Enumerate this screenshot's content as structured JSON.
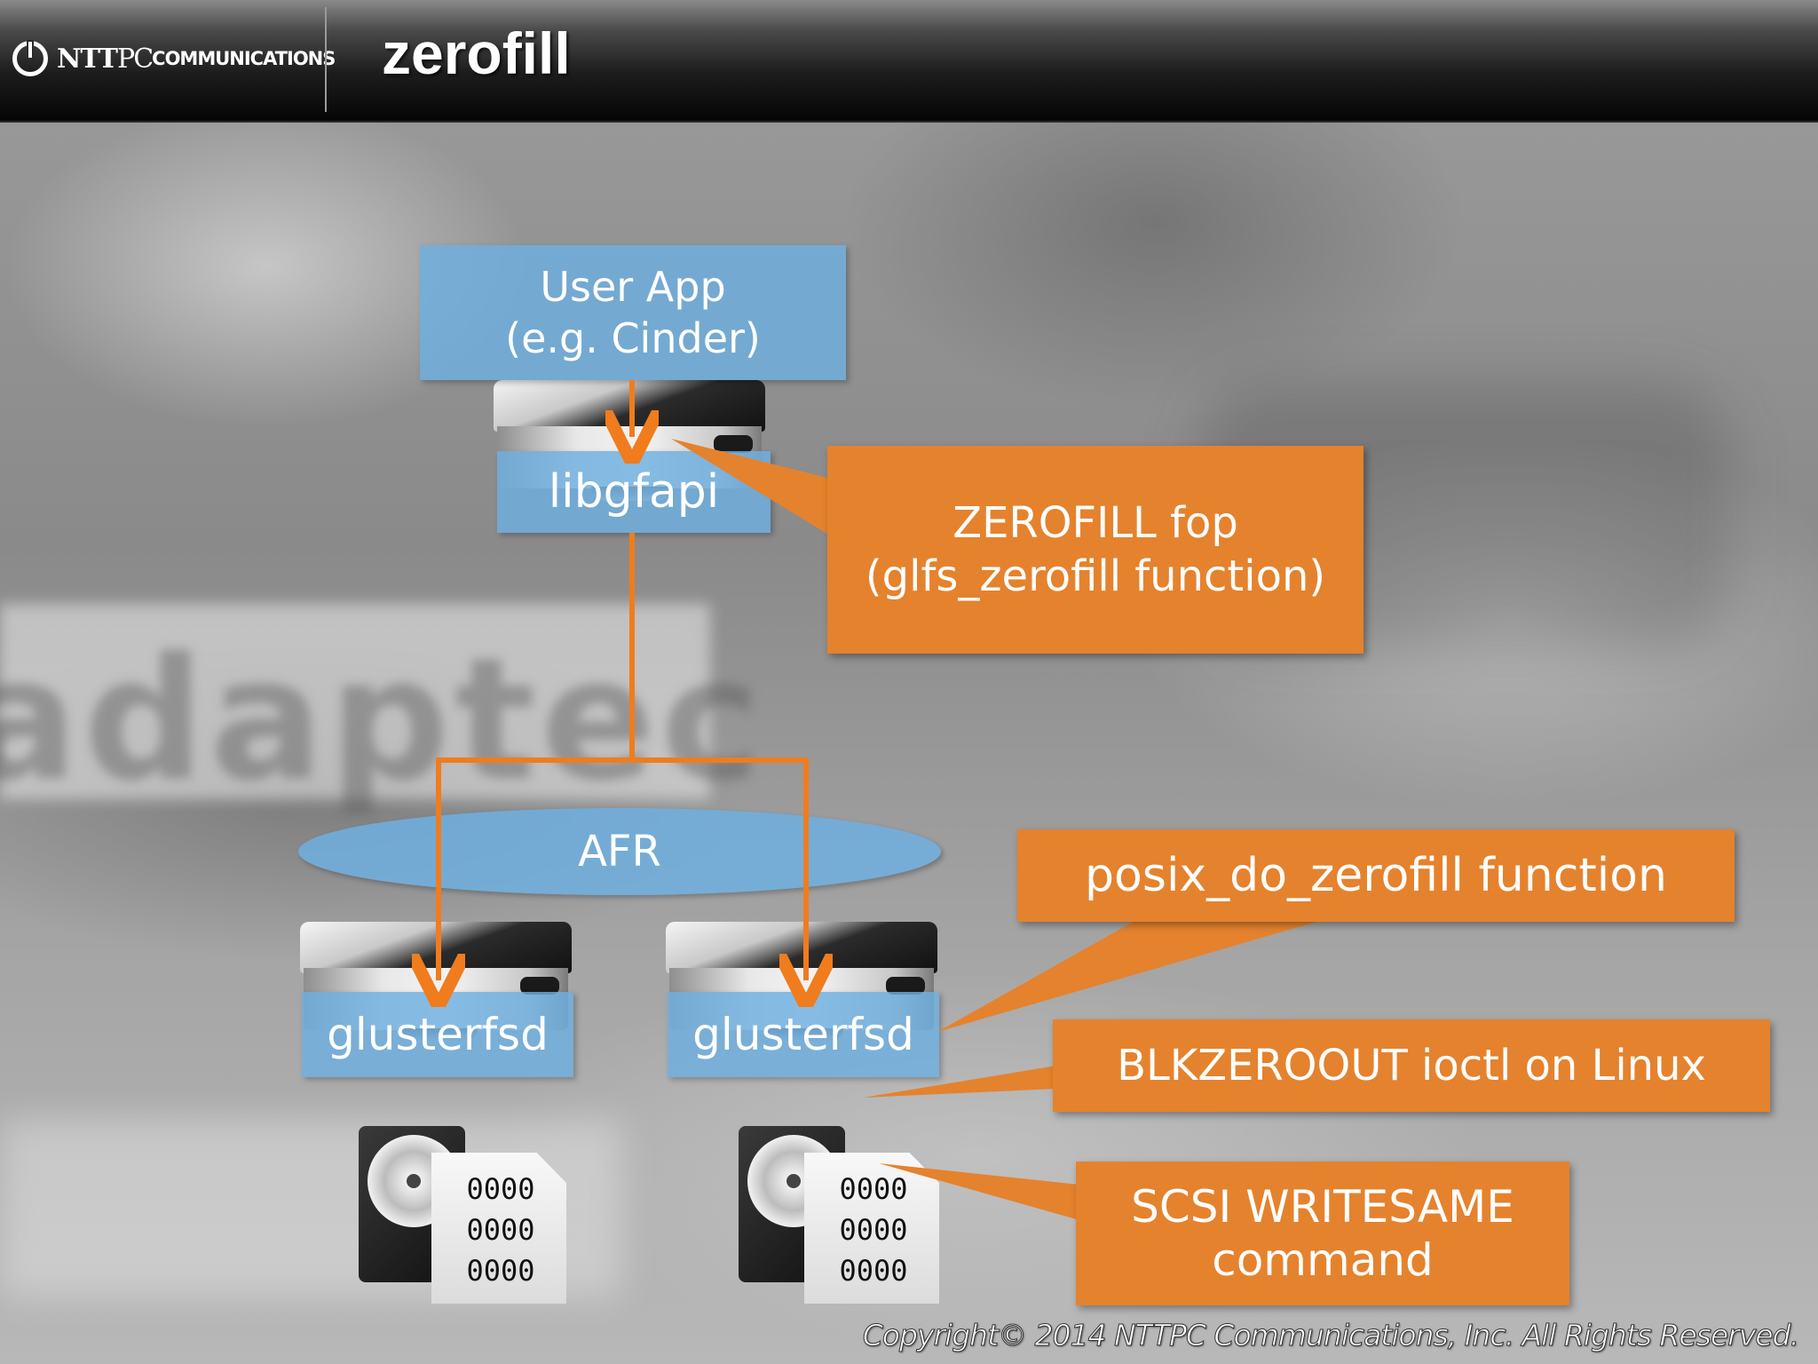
{
  "header": {
    "logo_ntt": "NTT",
    "logo_pc": "PC",
    "logo_comm": "COMMUNICATIONS",
    "title": "zerofill"
  },
  "diagram": {
    "user_app": {
      "line1": "User App",
      "line2": "(e.g. Cinder)"
    },
    "libgfapi": "libgfapi",
    "afr": "AFR",
    "glusterfsd_left": "glusterfsd",
    "glusterfsd_right": "glusterfsd",
    "callouts": {
      "zerofill_fop": {
        "line1": "ZEROFILL fop",
        "line2": "(glfs_zerofill function)"
      },
      "posix": "posix_do_zerofill function",
      "blkzeroout": "BLKZEROOUT ioctl on Linux",
      "scsi": {
        "line1": "SCSI WRITESAME",
        "line2": "command"
      }
    },
    "zero_block": {
      "row1": "0000",
      "row2": "0000",
      "row3": "0000"
    },
    "colors": {
      "blue_box": "#6eafe1",
      "orange_callout": "#e5822d",
      "arrow": "#f07c1e"
    },
    "icons": [
      "nuc-device-icon",
      "hard-disk-icon",
      "document-icon"
    ]
  },
  "footer": {
    "copyright": "Copyright© 2014 NTTPC Communications, Inc. All Rights Reserved."
  }
}
